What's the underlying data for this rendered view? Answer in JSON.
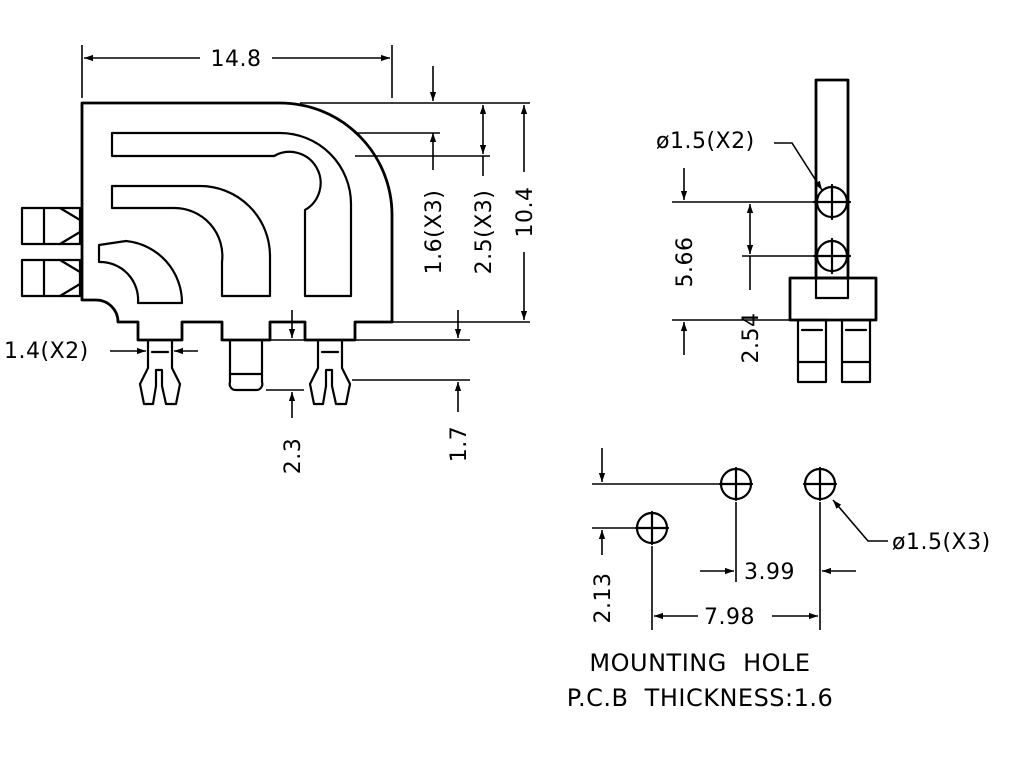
{
  "dimensions": {
    "overall_width": "14.8",
    "overall_height": "10.4",
    "light_pipe_gap": "1.6(X3)",
    "light_pipe_pitch": "2.5(X3)",
    "pin_width": "1.4(X2)",
    "post_length": "2.3",
    "pin_length": "1.7",
    "side_hole_dia": "ø1.5(X2)",
    "side_vertical": "5.66",
    "side_pitch": "2.54",
    "hole_dia": "ø1.5(X3)",
    "hole_offset": "2.13",
    "hole_pitch_small": "3.99",
    "hole_pitch_large": "7.98"
  },
  "notes": {
    "line1": "MOUNTING  HOLE",
    "line2": "P.C.B  THICKNESS:1.6"
  }
}
